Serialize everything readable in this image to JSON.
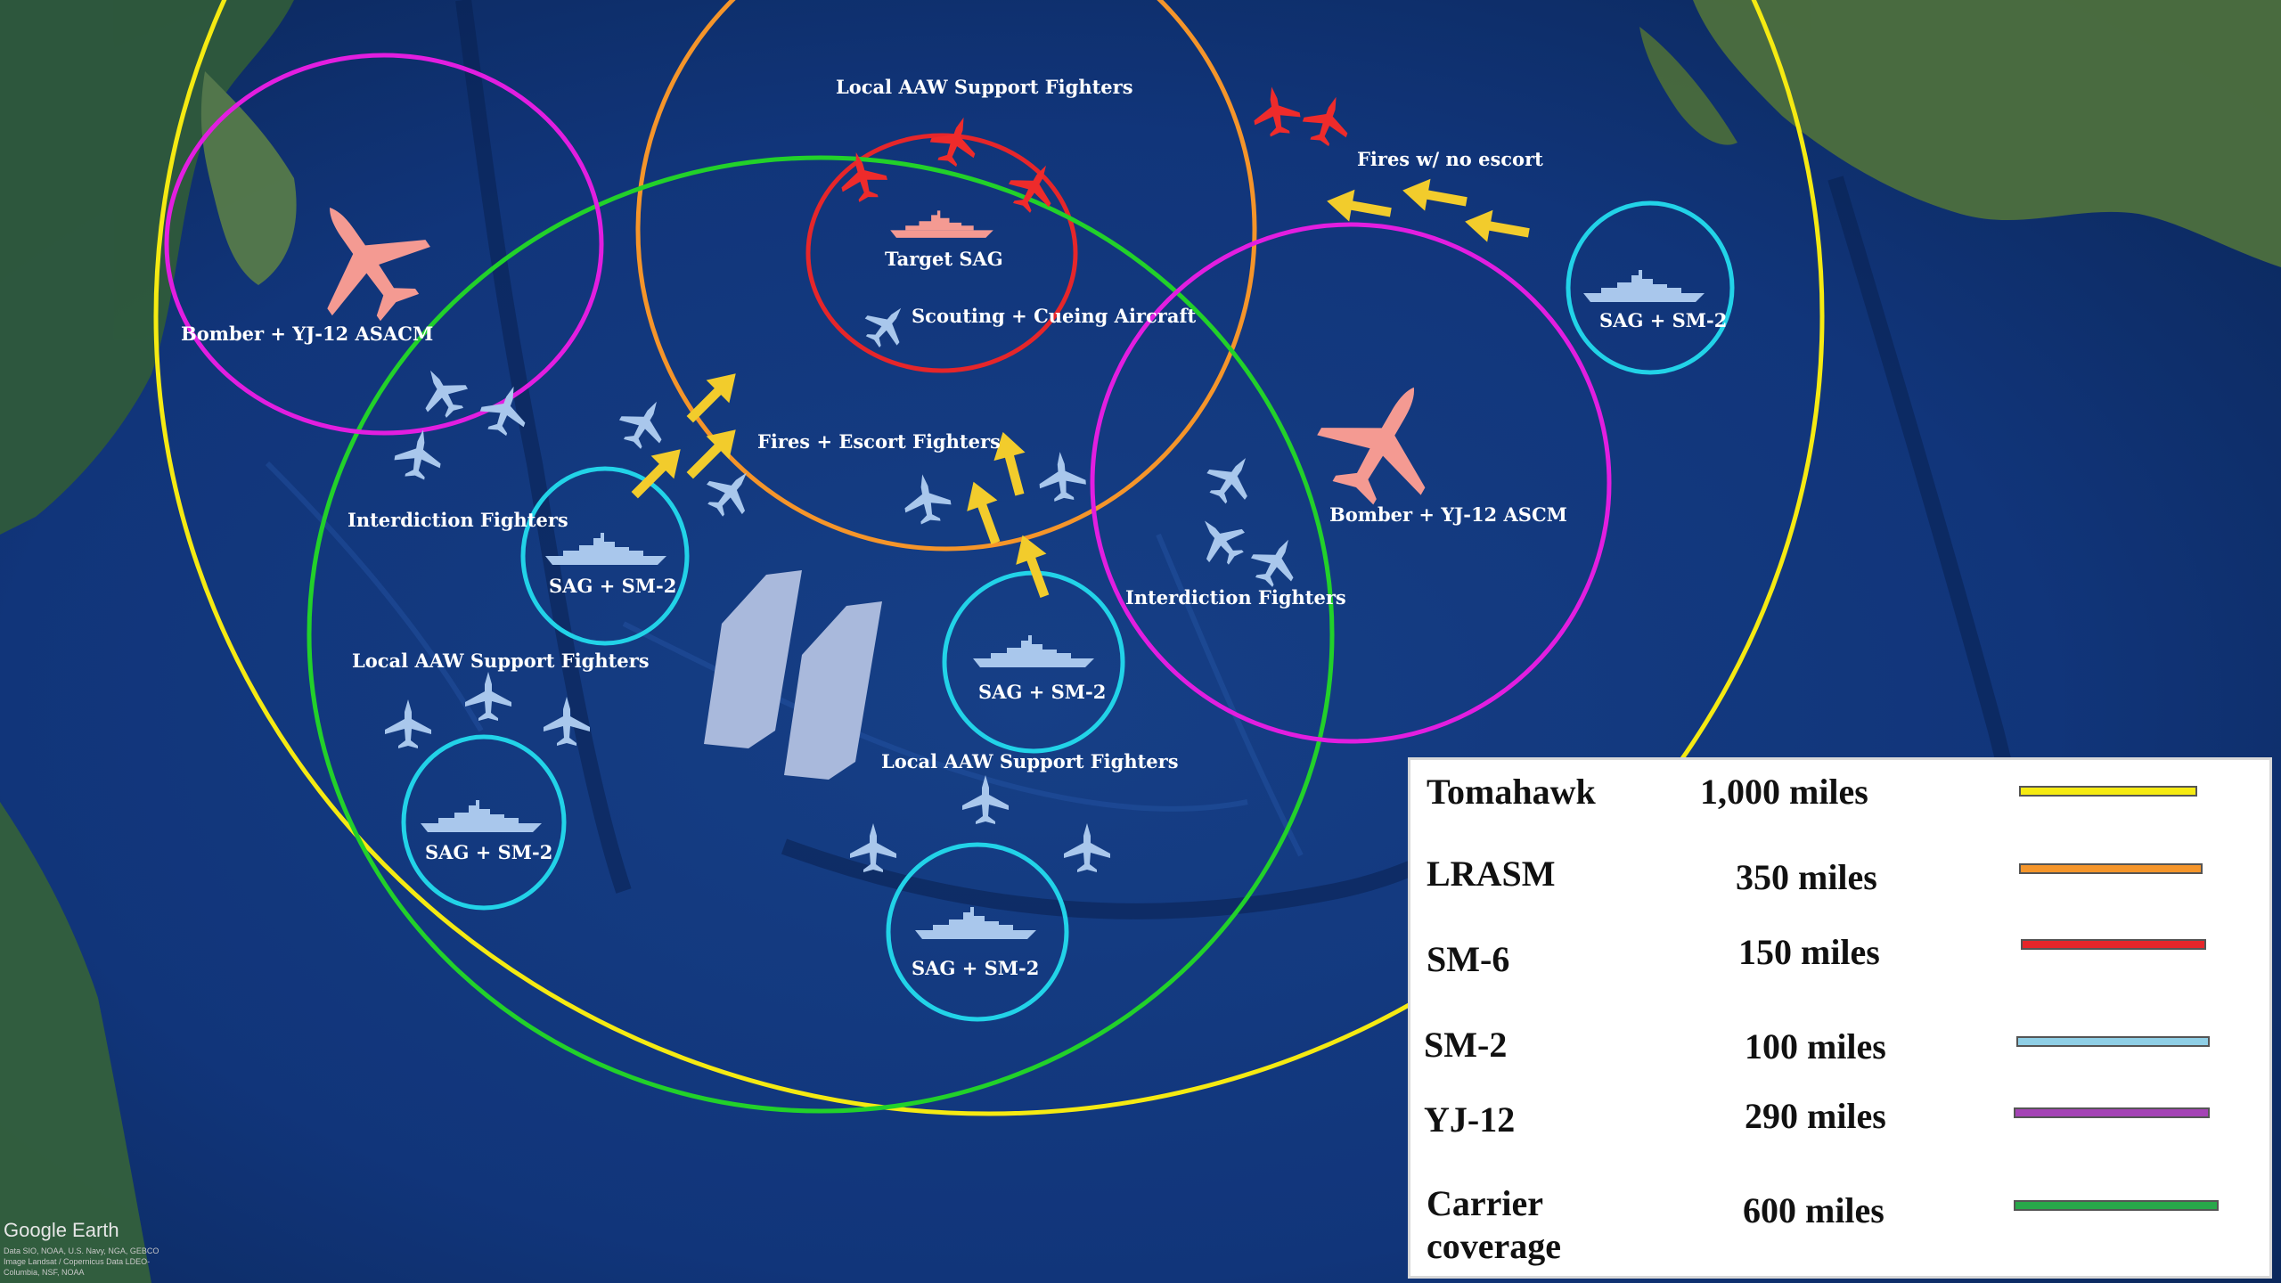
{
  "map": {
    "colors": {
      "ocean_deep": "#0b2a63",
      "ocean_mid": "#1b4c9a",
      "land": "#3f6b3a",
      "tomahawk": "#f5ea12",
      "lrasm": "#f5952a",
      "sm6": "#e6262a",
      "sm2": "#22d3e8",
      "yj12": "#e21ee0",
      "carrier": "#22d12a",
      "friendly": "#a9c7ec",
      "hostile_aircraft": "#ee2b2b",
      "bomber": "#f49a92",
      "fire_arrow": "#f2cc2c"
    },
    "labels": {
      "local_aaw_top": "Local AAW Support Fighters",
      "fires_no_escort": "Fires w/ no escort",
      "target_sag": "Target SAG",
      "scouting": "Scouting + Cueing Aircraft",
      "bomber_left": "Bomber + YJ-12 ASACM",
      "sag_right": "SAG + SM-2",
      "fires_escort": "Fires + Escort Fighters",
      "interdiction_left": "Interdiction Fighters",
      "sag_mid_left": "SAG + SM-2",
      "bomber_right": "Bomber + YJ-12 ASCM",
      "interdiction_right": "Interdiction Fighters",
      "local_aaw_left": "Local AAW Support Fighters",
      "sag_center": "SAG + SM-2",
      "local_aaw_bottom": "Local AAW Support Fighters",
      "sag_lower_left": "SAG  + SM-2",
      "sag_bottom": "SAG + SM-2"
    }
  },
  "legend": {
    "items": [
      {
        "name": "Tomahawk",
        "range": "1,000 miles",
        "color": "#f5ea12"
      },
      {
        "name": "LRASM",
        "range": "350 miles",
        "color": "#f5952a"
      },
      {
        "name": "SM-6",
        "range": "150 miles",
        "color": "#e6262a"
      },
      {
        "name": "SM-2",
        "range": "100 miles",
        "color": "#8fcfe6"
      },
      {
        "name": "YJ-12",
        "range": "290 miles",
        "color": "#a443b5"
      },
      {
        "name": "Carrier coverage",
        "range": "600 miles",
        "color": "#28a84a"
      }
    ]
  },
  "credit": {
    "brand": "Google Earth",
    "attribution": "Data SIO, NOAA, U.S. Navy, NGA, GEBCO Image Landsat / Copernicus Data LDEO-Columbia, NSF, NOAA"
  }
}
